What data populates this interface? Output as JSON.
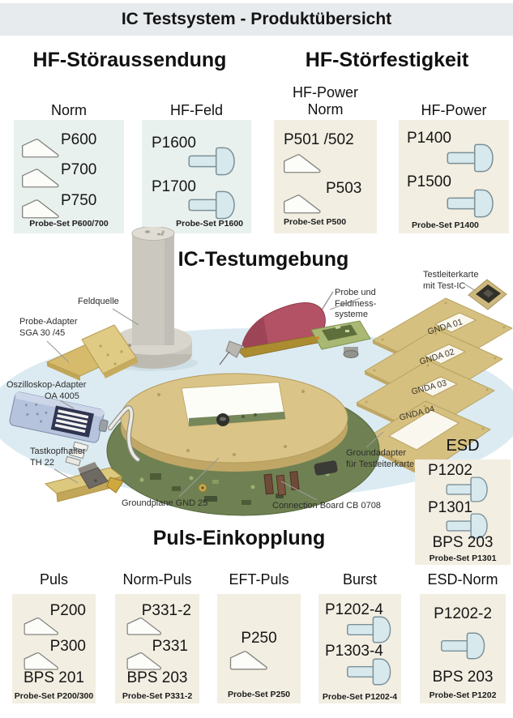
{
  "title": "IC Testsystem - Produktübersicht",
  "sections": {
    "emission": "HF-Störaussendung",
    "immunity": "HF-Störfestigkeit",
    "environment": "IC-Testumgebung",
    "pulse": "Puls-Einkopplung"
  },
  "boxes": {
    "norm": {
      "header": "Norm",
      "items": [
        "P600",
        "P700",
        "P750"
      ],
      "footer": "Probe-Set P600/700"
    },
    "hf_feld": {
      "header": "HF-Feld",
      "items": [
        "P1600",
        "P1700"
      ],
      "footer": "Probe-Set P1600"
    },
    "hf_power_norm": {
      "header": [
        "HF-Power",
        "Norm"
      ],
      "items": [
        "P501 /502",
        "P503"
      ],
      "footer": "Probe-Set P500"
    },
    "hf_power": {
      "header": "HF-Power",
      "items": [
        "P1400",
        "P1500"
      ],
      "footer": "Probe-Set P1400"
    },
    "esd": {
      "header": "ESD",
      "items": [
        "P1202",
        "P1301"
      ],
      "bps": "BPS 203",
      "footer": "Probe-Set P1301"
    },
    "puls": {
      "header": "Puls",
      "items": [
        "P200",
        "P300"
      ],
      "bps": "BPS 201",
      "footer": "Probe-Set P200/300"
    },
    "norm_puls": {
      "header": "Norm-Puls",
      "items": [
        "P331-2",
        "P331"
      ],
      "bps": "BPS 203",
      "footer": "Probe-Set P331-2"
    },
    "eft_puls": {
      "header": "EFT-Puls",
      "items": [
        "P250"
      ],
      "footer": "Probe-Set P250"
    },
    "burst": {
      "header": "Burst",
      "items": [
        "P1202-4",
        "P1303-4"
      ],
      "footer": "Probe-Set P1202-4"
    },
    "esd_norm": {
      "header": "ESD-Norm",
      "items": [
        "P1202-2"
      ],
      "bps": "BPS 203",
      "footer": "Probe-Set P1202"
    }
  },
  "scene": {
    "labels": {
      "feldquelle": "Feldquelle",
      "probe_adapter": [
        "Probe-Adapter",
        "SGA 30 /45"
      ],
      "oszilloskop_adapter": [
        "Oszilloskop-Adapter",
        "OA 4005"
      ],
      "tastkopfhalter": [
        "Tastkopfhalter",
        "TH 22"
      ],
      "probe_feldmess": [
        "Probe und",
        "Feldmess-",
        "systeme"
      ],
      "testleiterkarte": [
        "Testleiterkarte",
        "mit Test-IC"
      ],
      "groundadapter": [
        "Groundadapter",
        "für Testleiterkarte"
      ],
      "groundplane": "Groundplane GND 25",
      "connection_board": "Connection Board CB 0708",
      "gnda": [
        "GNDA 01",
        "GNDA 02",
        "GNDA 03",
        "GNDA 04"
      ]
    }
  },
  "colors": {
    "title_bar_bg": "#e8ebed",
    "hf_box_bg": "#e9f1ee",
    "pulse_box_bg": "#f2eee2",
    "probe_icon_fill": "#d8e9ee",
    "table_surface": "#dcebf2",
    "groundplane_gold": "#dac487",
    "board_green": "#6f8152",
    "probe_red": "#b25264"
  }
}
